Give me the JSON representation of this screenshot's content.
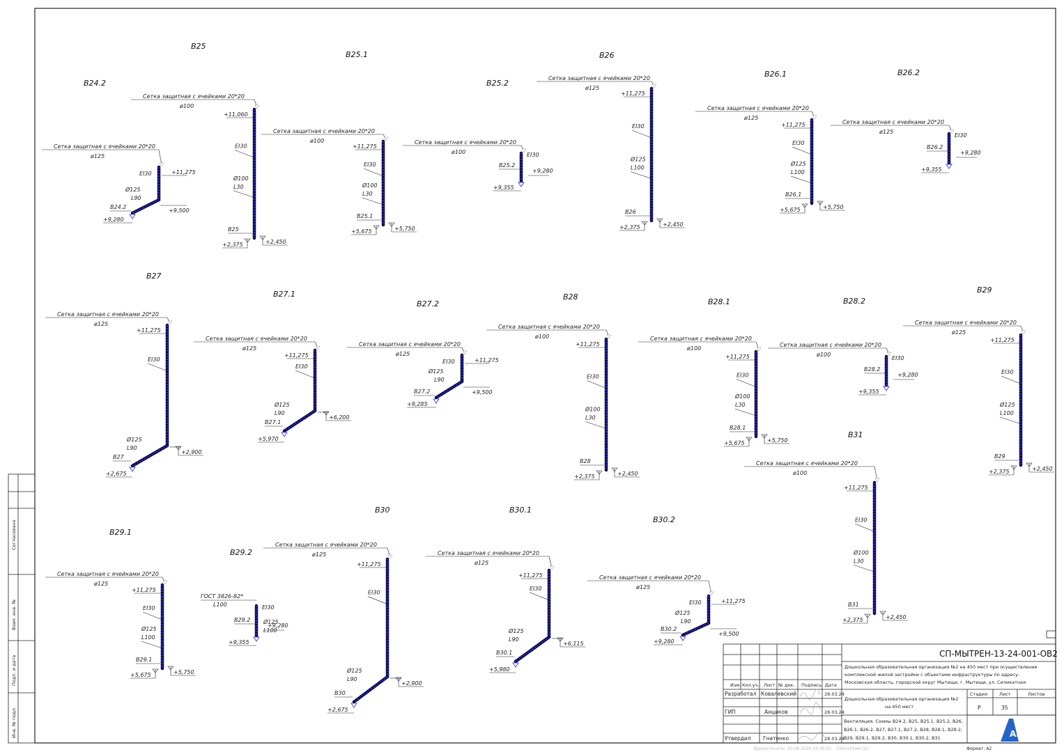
{
  "colors": {
    "duct": "#2b2bd6",
    "dark": "#0a0a40",
    "line": "#222222"
  },
  "net_label": "Сетка защитная с ячейками 20*20",
  "frame": {
    "soglasovano": "Согласовано",
    "vzam": "Взам. инв. №",
    "podp_data": "Подп. и дата",
    "inv_podl": "Инв. № подл."
  },
  "titleblock": {
    "code": "СП-МЫТРЕН-13-24-001-ОВ2",
    "object": [
      "Дошкольная образовательная организация №2 на 450 мест при осуществлении",
      "комплексной жилой застройки с объектами инфраструктуры по адресу:",
      "Московская область, городской округ Мытищи, г. Мытищи, ул. Силикатная"
    ],
    "headers": [
      "Изм.",
      "Кол.уч.",
      "Лист",
      "№ док.",
      "Подпись",
      "Дата"
    ],
    "rows": [
      {
        "role": "Разработал",
        "name": "Ковалевский",
        "date": "28.03.24"
      },
      {
        "role": "ГИП",
        "name": "Анциков",
        "date": "28.03.24"
      },
      {
        "role": "Утвердил",
        "name": "Гнатенко",
        "date": "28.03.24"
      }
    ],
    "building": [
      "Дошкольная образовательная организация №2",
      "на 450 мест"
    ],
    "stage_h": "Стадия",
    "sheet_h": "Лист",
    "sheets_h": "Листов",
    "stage": "Р",
    "sheet": "35",
    "sheets": "",
    "content": [
      "Вентиляция. Схемы В24.2, В25, В25.1, В25.2, В26,",
      "В26.1, В26.2, В27, В27.1, В27.2, В28, В28.1, В28.2,",
      "В29, В29.1, В29.2, В30, В30.1, В30.2, В31"
    ],
    "logo": "AF",
    "print_time": "Время печати: 30.08.2024  14:36:52",
    "format_info": "594х420мм (А)",
    "format": "Формат: А2"
  },
  "schemes": [
    {
      "id": "B24.2",
      "title": "В24.2",
      "dia": "ø125",
      "type": "L",
      "ei": "EI30",
      "dia2": "Ø125",
      "len": "L90",
      "top": "+11,275",
      "mid": "+9,500",
      "bot": "+9,280",
      "tag": "В24.2"
    },
    {
      "id": "B25",
      "title": "В25",
      "dia": "ø100",
      "type": "V",
      "top": "+11,060",
      "ei": "EI30",
      "dia2": "Ø100",
      "len": "L30",
      "tag": "В25",
      "bl": "+2,375",
      "br": "+2,450"
    },
    {
      "id": "B25.1",
      "title": "В25.1",
      "dia": "ø100",
      "type": "V",
      "top": "+11,275",
      "ei": "EI30",
      "dia2": "Ø100",
      "len": "L30",
      "tag": "В25.1",
      "bl": "+5,675",
      "br": "+5,750"
    },
    {
      "id": "B25.2",
      "title": "В25.2",
      "dia": "ø100",
      "type": "S",
      "ei": "EI30",
      "tag": "В25.2",
      "bl": "+9,355",
      "br": "+9,280"
    },
    {
      "id": "B26",
      "title": "В26",
      "dia": "ø125",
      "type": "V",
      "top": "+11,275",
      "ei": "EI30",
      "dia2": "Ø125",
      "len": "L100",
      "tag": "В26",
      "bl": "+2,375",
      "br": "+2,450"
    },
    {
      "id": "B26.1",
      "title": "В26.1",
      "dia": "ø125",
      "type": "V",
      "top": "+11,275",
      "ei": "EI30",
      "dia2": "Ø125",
      "len": "L100",
      "tag": "В26.1",
      "bl": "+5,675",
      "br": "+5,750"
    },
    {
      "id": "B26.2",
      "title": "В26.2",
      "dia": "ø125",
      "type": "S",
      "ei": "EI30",
      "tag": "В26.2",
      "bl": "+9,355",
      "br": "+9,280"
    },
    {
      "id": "B27",
      "title": "В27",
      "dia": "ø125",
      "type": "LV",
      "top": "+11,275",
      "ei": "EI30",
      "dia2": "Ø125",
      "len": "L90",
      "mid": "+2,900",
      "bot": "+2,675",
      "tag": "В27"
    },
    {
      "id": "B27.1",
      "title": "В27.1",
      "dia": "ø125",
      "type": "LV",
      "top": "+11,275",
      "ei": "EI30",
      "dia2": "Ø125",
      "len": "L90",
      "mid": "+6,200",
      "bot": "+5,970",
      "tag": "В27.1"
    },
    {
      "id": "B27.2",
      "title": "В27.2",
      "dia": "ø125",
      "type": "L",
      "ei": "EI30",
      "dia2": "Ø125",
      "len": "L90",
      "top": "+11,275",
      "mid": "+9,500",
      "bot": "+9,285",
      "tag": "В27.2"
    },
    {
      "id": "B28",
      "title": "В28",
      "dia": "ø100",
      "type": "V",
      "top": "+11,275",
      "ei": "EI30",
      "dia2": "Ø100",
      "len": "L30",
      "tag": "В28",
      "bl": "+2,375",
      "br": "+2,450"
    },
    {
      "id": "B28.1",
      "title": "В28.1",
      "dia": "ø100",
      "type": "V",
      "top": "+11,275",
      "ei": "EI30",
      "dia2": "Ø100",
      "len": "L30",
      "tag": "В28.1",
      "bl": "+5,675",
      "br": "+5,750"
    },
    {
      "id": "B28.2",
      "title": "В28.2",
      "dia": "ø100",
      "type": "S",
      "ei": "EI30",
      "tag": "В28.2",
      "bl": "+9,355",
      "br": "+9,280"
    },
    {
      "id": "B29",
      "title": "В29",
      "dia": "ø125",
      "type": "V",
      "top": "+11,275",
      "ei": "EI30",
      "dia2": "Ø125",
      "len": "L100",
      "tag": "В29",
      "bl": "+2,375",
      "br": "+2,450"
    },
    {
      "id": "B31",
      "title": "В31",
      "dia": "ø100",
      "type": "V",
      "top": "+11,275",
      "ei": "EI30",
      "dia2": "Ø100",
      "len": "L30",
      "tag": "В31",
      "bl": "+2,375",
      "br": "+2,450"
    },
    {
      "id": "B29.1",
      "title": "В29.1",
      "dia": "ø125",
      "type": "V",
      "top": "+11,275",
      "ei": "EI30",
      "dia2": "Ø125",
      "len": "L100",
      "tag": "В29.1",
      "bl": "+5,675",
      "br": "+5,750"
    },
    {
      "id": "B29.2",
      "title": "В29.2",
      "gost": "ГОСТ 3826-82*",
      "gost_len": "L100",
      "type": "G",
      "ei": "EI30",
      "dia2": "Ø125",
      "len": "L100",
      "tag": "В29.2",
      "bl": "+9,355",
      "br": "+9,280"
    },
    {
      "id": "B30",
      "title": "В30",
      "dia": "ø125",
      "type": "LV",
      "top": "+11,275",
      "ei": "EI30",
      "dia2": "Ø125",
      "len": "L90",
      "mid": "+2,900",
      "bot": "+2,675",
      "tag": "В30"
    },
    {
      "id": "B30.1",
      "title": "В30.1",
      "dia": "ø125",
      "type": "LV",
      "top": "+11,275",
      "ei": "EI30",
      "dia2": "Ø125",
      "len": "L90",
      "mid": "+6,115",
      "bot": "+5,980",
      "tag": "В30.1"
    },
    {
      "id": "B30.2",
      "title": "В30.2",
      "dia": "ø125",
      "type": "L",
      "ei": "EI30",
      "dia2": "Ø125",
      "len": "L90",
      "top": "+11,275",
      "mid": "+9,500",
      "bot": "+9,280",
      "tag": "В30.2"
    }
  ]
}
